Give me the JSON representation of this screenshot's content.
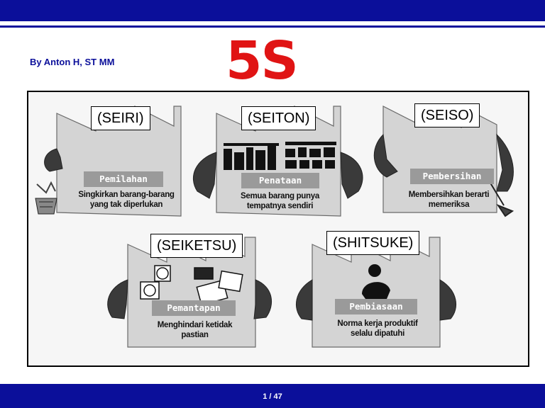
{
  "header": {
    "author": "By Anton H, ST MM",
    "title": "5S"
  },
  "items": [
    {
      "tag": "(SEIRI)",
      "label": "Pemilahan",
      "desc1": "Singkirkan barang-barang",
      "desc2": "yang tak diperlukan"
    },
    {
      "tag": "(SEITON)",
      "label": "Penataan",
      "desc1": "Semua barang punya",
      "desc2": "tempatnya sendiri"
    },
    {
      "tag": "(SEISO)",
      "label": "Pembersihan",
      "desc1": "Membersihkan berarti",
      "desc2": "memeriksa"
    },
    {
      "tag": "(SEIKETSU)",
      "label": "Pemantapan",
      "desc1": "Menghindari ketidak",
      "desc2": "pastian"
    },
    {
      "tag": "(SHITSUKE)",
      "label": "Pembiasaan",
      "desc1": "Norma kerja produktif",
      "desc2": "selalu dipatuhi"
    }
  ],
  "footer": {
    "page": "1 / 47"
  },
  "colors": {
    "bar": "#0b0f9a",
    "title": "#e01414",
    "label_bg": "#9a9a9a"
  }
}
